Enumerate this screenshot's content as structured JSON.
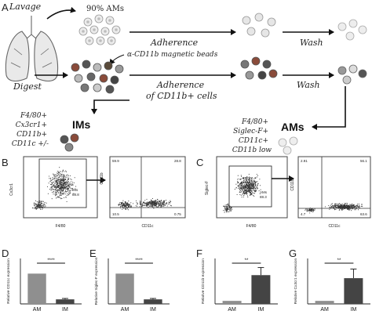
{
  "panels": {
    "a": "A",
    "b": "B",
    "c": "C",
    "d": "D",
    "e": "E",
    "f": "F",
    "g": "G"
  },
  "schematic": {
    "lavage": "Lavage",
    "digest": "Digest",
    "pct_ams": "90% AMs",
    "beads": "α-CD11b magnetic beads",
    "adherence": "Adherence",
    "adherence_cd11b_line1": "Adherence",
    "adherence_cd11b_line2": "of CD11b+ cells",
    "wash_top": "Wash",
    "wash_bottom": "Wash",
    "ims_title": "IMs",
    "ims_markers": [
      "F4/80+",
      "Cx3cr1+",
      "CD11b+",
      "CD11c +/-"
    ],
    "ams_title": "AMs",
    "ams_markers": [
      "F4/80+",
      "Siglec-F+",
      "CD11c+",
      "CD11b low"
    ]
  },
  "flow": {
    "b_gate_ylabel": "Cx3cr1",
    "b_gate_xlabel": "F4/80",
    "b_gate_label": "IMs",
    "b_gate_value": "88.8",
    "b_quad_ylabel": "CD11b",
    "b_quad_xlabel": "CD11c",
    "b_quad_values": [
      "59.9",
      "28.8",
      "10.5",
      "0.75"
    ],
    "c_gate_ylabel": "Siglec-F",
    "c_gate_xlabel": "F4/80",
    "c_gate_label": "AMs",
    "c_gate_value": "88.3",
    "c_quad_ylabel": "CD11b",
    "c_quad_xlabel": "CD11c",
    "c_quad_values": [
      "2.91",
      "56.1",
      "4.7",
      "63.6"
    ]
  },
  "chart_data": [
    {
      "type": "bar",
      "ylabel": "Relative CD11c expression",
      "categories": [
        "AM",
        "IM"
      ],
      "values": [
        1.0,
        0.15
      ],
      "errors": [
        0,
        0.03
      ],
      "ylim": [
        0,
        1.5
      ],
      "significance": "****",
      "colors": [
        "#8f8f8f",
        "#444444"
      ]
    },
    {
      "type": "bar",
      "ylabel": "Relative Siglec-F expression",
      "categories": [
        "AM",
        "IM"
      ],
      "values": [
        1.0,
        0.15
      ],
      "errors": [
        0,
        0.03
      ],
      "ylim": [
        0,
        1.5
      ],
      "significance": "****",
      "colors": [
        "#8f8f8f",
        "#444444"
      ]
    },
    {
      "type": "bar",
      "ylabel": "Relative CD11b expression",
      "categories": [
        "AM",
        "IM"
      ],
      "values": [
        1.0,
        9.5
      ],
      "errors": [
        0,
        2.5
      ],
      "ylim": [
        0,
        15
      ],
      "significance": "**",
      "colors": [
        "#8f8f8f",
        "#444444"
      ]
    },
    {
      "type": "bar",
      "ylabel": "Relative Cx3cr1 expression",
      "categories": [
        "AM",
        "IM"
      ],
      "values": [
        1.0,
        8.5
      ],
      "errors": [
        0,
        3.0
      ],
      "ylim": [
        0,
        15
      ],
      "significance": "**",
      "colors": [
        "#8f8f8f",
        "#444444"
      ]
    }
  ]
}
